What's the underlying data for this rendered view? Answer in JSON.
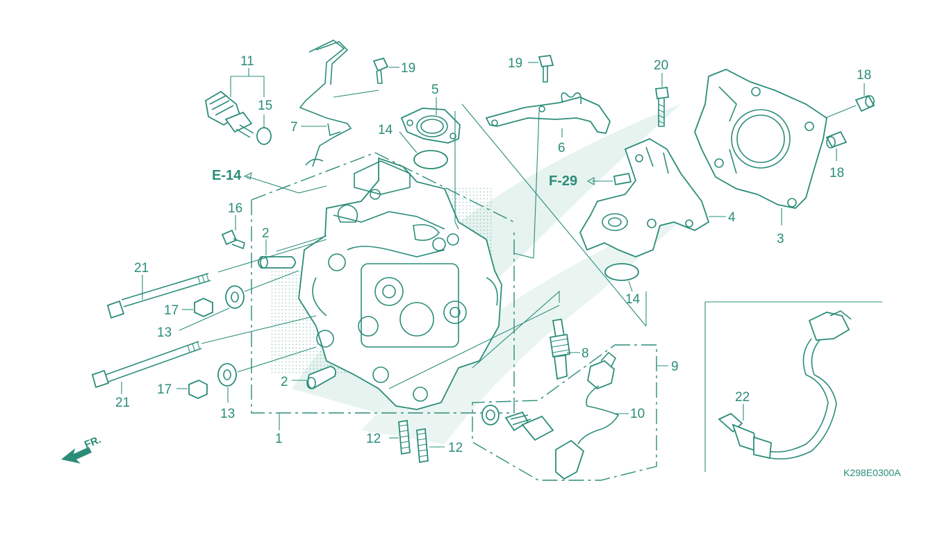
{
  "theme": {
    "line_color": "#2a8c78",
    "watermark_color": "#e6f3ef"
  },
  "refs": {
    "e14": "E-14",
    "f29": "F-29"
  },
  "front_label": "FR.",
  "diagram_code": "K298E0300A",
  "callouts": {
    "c1": "1",
    "c2a": "2",
    "c2b": "2",
    "c3": "3",
    "c4": "4",
    "c5": "5",
    "c6": "6",
    "c7": "7",
    "c8": "8",
    "c9": "9",
    "c10": "10",
    "c11": "11",
    "c12a": "12",
    "c12b": "12",
    "c13a": "13",
    "c13b": "13",
    "c14a": "14",
    "c14b": "14",
    "c15": "15",
    "c16": "16",
    "c17a": "17",
    "c17b": "17",
    "c18a": "18",
    "c18b": "18",
    "c19a": "19",
    "c19b": "19",
    "c20": "20",
    "c21a": "21",
    "c21b": "21",
    "c22": "22"
  }
}
